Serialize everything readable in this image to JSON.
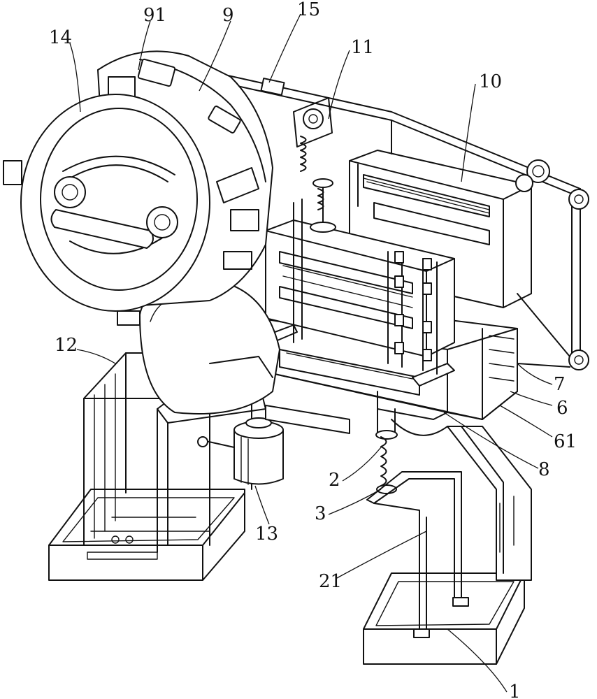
{
  "labels": {
    "l91": "91",
    "l9": "9",
    "l15": "15",
    "l14": "14",
    "l11": "11",
    "l10": "10",
    "l12": "12",
    "l7": "7",
    "l6": "6",
    "l61": "61",
    "l8": "8",
    "l2": "2",
    "l3": "3",
    "l13": "13",
    "l21": "21",
    "l1": "1"
  }
}
